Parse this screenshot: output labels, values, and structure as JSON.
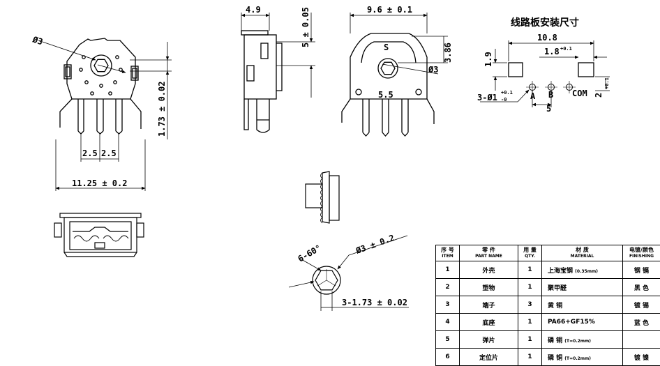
{
  "dimensions": {
    "phi3_front": "Ø3",
    "height_173": "1.73 ± 0.02",
    "pitch_a": "2.5",
    "pitch_b": "2.5",
    "width_1125": "11.25 ± 0.2",
    "side_width": "4.9",
    "side_height": "5 ± 0.05",
    "rear_width": "9.6 ± 0.1",
    "rear_386": "3.86",
    "rear_phi3": "Ø3",
    "rear_s_label": "S",
    "rear_55_label": "5.5",
    "shaft_angle": "6-60°",
    "shaft_dia": "Ø3 ± 0.2",
    "shaft_hex": "3-1.73 ± 0.02"
  },
  "pcb": {
    "title": "线路板安装尺寸",
    "w108": "10.8",
    "d19": "1.9",
    "d18": "1.8",
    "d18_tol": "+0.1",
    "holes_label": "3-Ø1",
    "holes_tol_plus": "+0.1",
    "holes_tol_minus": "-0",
    "pin_a": "A",
    "pin_b": "B",
    "pin_com": "COM",
    "pitch5": "5",
    "d2": "2",
    "d2_tol": "+0.1"
  },
  "bom": {
    "headers": [
      {
        "cn": "序 号",
        "en": "ITEM"
      },
      {
        "cn": "零 件",
        "en": "PART NAME"
      },
      {
        "cn": "用 量",
        "en": "QTY."
      },
      {
        "cn": "材 质",
        "en": "MATERIAL"
      },
      {
        "cn": "电镀/颜色",
        "en": "FINISHING"
      }
    ],
    "rows": [
      {
        "item": "1",
        "name": "外壳",
        "qty": "1",
        "material": "上海宝钢",
        "material_note": "(0.35mm)",
        "finish": "钢 镉"
      },
      {
        "item": "2",
        "name": "塑物",
        "qty": "1",
        "material": "聚甲醛",
        "material_note": "",
        "finish": "黑 色"
      },
      {
        "item": "3",
        "name": "端子",
        "qty": "3",
        "material": "黄 铜",
        "material_note": "",
        "finish": "镀 锡"
      },
      {
        "item": "4",
        "name": "底座",
        "qty": "1",
        "material": "PA66+GF15%",
        "material_note": "",
        "finish": "蓝 色"
      },
      {
        "item": "5",
        "name": "弹片",
        "qty": "1",
        "material": "磷 铜",
        "material_note": "(T=0.2mm)",
        "finish": ""
      },
      {
        "item": "6",
        "name": "定位片",
        "qty": "1",
        "material": "磷 铜",
        "material_note": "(T=0.2mm)",
        "finish": "镀 镍"
      }
    ]
  }
}
